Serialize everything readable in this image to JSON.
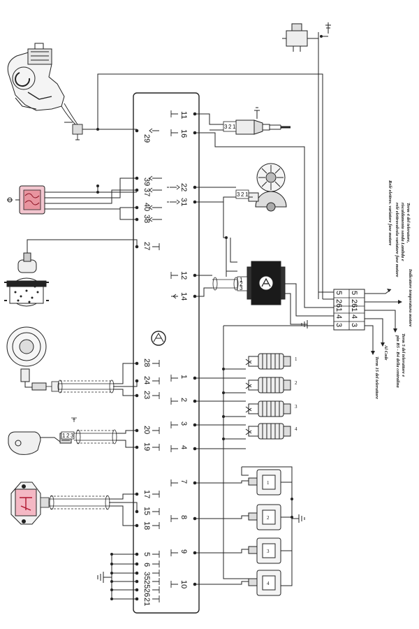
{
  "ecu": {
    "left_pins": [
      "29",
      "39",
      "37",
      "40",
      "38",
      "27",
      "28",
      "24",
      "23",
      "20",
      "19",
      "17",
      "15",
      "18",
      "5",
      "6",
      "35",
      "25",
      "26",
      "21"
    ],
    "right_pins": [
      "11",
      "16",
      "22",
      "31",
      "12",
      "14",
      "1",
      "2",
      "3",
      "4",
      "7",
      "8",
      "9",
      "10"
    ]
  },
  "connector": {
    "top_row": [
      "5",
      "26",
      "1",
      "4",
      "3"
    ],
    "bottom_row": [
      "5",
      "26",
      "1",
      "4",
      "3"
    ]
  },
  "sensor_connectors": {
    "coolant_sensor": [
      "3",
      "2",
      "1"
    ],
    "crank_sensor": [
      "3",
      "2",
      "1"
    ],
    "speed_sensor": [
      "1",
      "2",
      "3"
    ]
  },
  "injector_numbers": [
    "1",
    "2",
    "3",
    "4"
  ],
  "coil_numbers": [
    "1",
    "2",
    "3",
    "4"
  ],
  "notes": [
    "Term 4 del telerutore,",
    "riscaldamento sonda Lambda e",
    "relè elettrovalvola variatore fase motore",
    "Relè elettrov. variatore fase motore",
    "Indicatore temperatura motore",
    "Term 5 del teleruttore e",
    "pin B5 - B4 della centralina",
    "Al Code",
    "Term 15 del teleruttore"
  ]
}
